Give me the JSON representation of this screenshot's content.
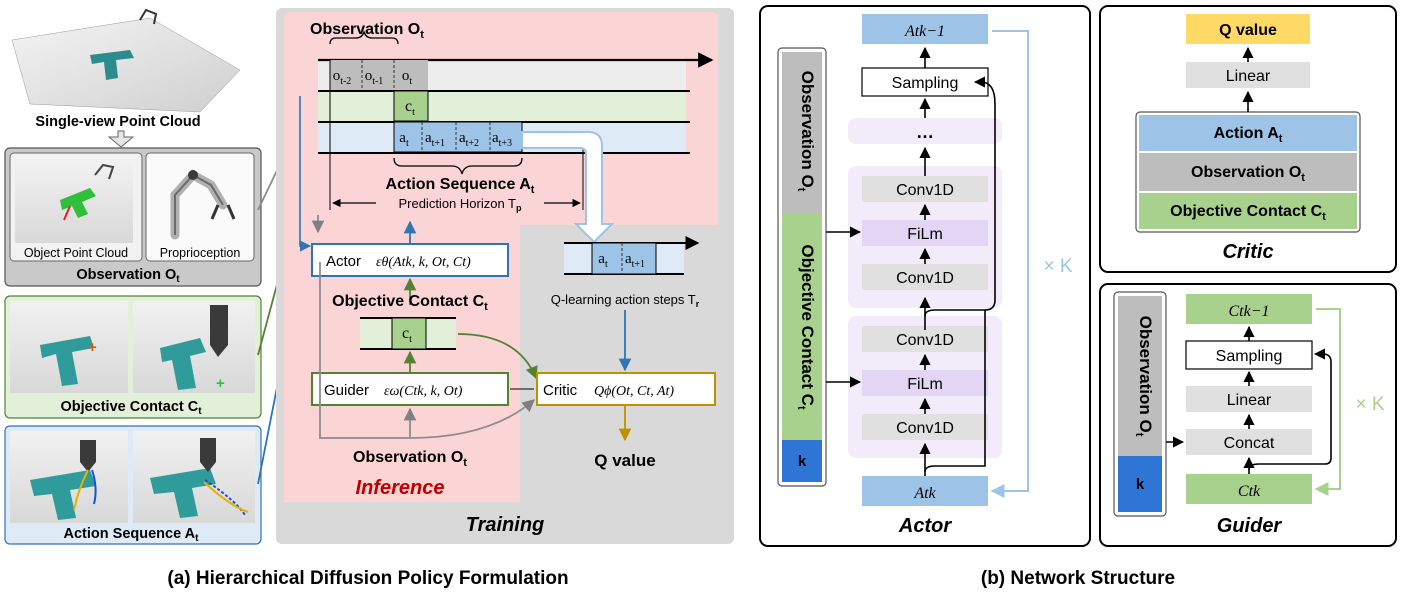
{
  "panel_a": {
    "caption": "(a) Hierarchical Diffusion Policy Formulation",
    "point_cloud_label": "Single-view Point Cloud",
    "object_point_cloud_label": "Object Point Cloud",
    "proprioception_label": "Proprioception",
    "observation_label": "Observation O",
    "objective_contact_label": "Objective Contact C",
    "action_sequence_label": "Action Sequence A",
    "timeline": {
      "observation_title": "Observation O",
      "obs_cells": [
        "o",
        "o",
        "o"
      ],
      "obs_subs": [
        "t-2",
        "t-1",
        "t"
      ],
      "contact_cell": "c",
      "action_cells": [
        "a",
        "a",
        "a",
        "a"
      ],
      "action_subs": [
        "t",
        "t+1",
        "t+2",
        "t+3"
      ],
      "action_sequence_title": "Action Sequence A",
      "prediction_horizon": "Prediction Horizon T",
      "q_cells": [
        "a",
        "a"
      ],
      "q_subs": [
        "t",
        "t+1"
      ],
      "q_steps_label": "Q-learning action steps T"
    },
    "actor_box": "Actor",
    "actor_formula": "εθ(Atk, k, Ot, Ct)",
    "objective_contact_mid": "Objective Contact C",
    "contact_box_cell": "c",
    "guider_box": "Guider",
    "guider_formula": "εω(Ctk, k, Ot)",
    "critic_box": "Critic",
    "critic_formula": "Qϕ(Ot, Ct, At)",
    "observation_bottom": "Observation O",
    "q_value": "Q value",
    "inference_label": "Inference",
    "training_label": "Training"
  },
  "panel_b": {
    "caption": "(b) Network Structure",
    "actor": {
      "title": "Actor",
      "top_output": "Atk−1",
      "sampling": "Sampling",
      "dots": "…",
      "blocks_upper": [
        "Conv1D",
        "FiLm",
        "Conv1D"
      ],
      "blocks_lower": [
        "Conv1D",
        "FiLm",
        "Conv1D"
      ],
      "input": "Atk",
      "repeat": "× K",
      "side_observation": "Observation O",
      "side_contact": "Objective Contact C",
      "side_k": "k"
    },
    "critic": {
      "title": "Critic",
      "q_value": "Q value",
      "linear": "Linear",
      "action": "Action A",
      "observation": "Observation O",
      "contact": "Objective Contact C"
    },
    "guider": {
      "title": "Guider",
      "top_output": "Ctk−1",
      "sampling": "Sampling",
      "linear": "Linear",
      "concat": "Concat",
      "input": "Ctk",
      "repeat": "× K",
      "side_observation": "Observation O",
      "side_k": "k"
    }
  },
  "colors": {
    "observation_gray": "#bdbdbd",
    "contact_green": "#a9d18e",
    "action_blue": "#9dc3e6",
    "q_value_yellow": "#ffd966",
    "inference_pink": "#fbd5d5",
    "training_gray": "#d6d6d6",
    "film_purple": "#e3d6f5",
    "k_blue": "#2e75d6"
  }
}
